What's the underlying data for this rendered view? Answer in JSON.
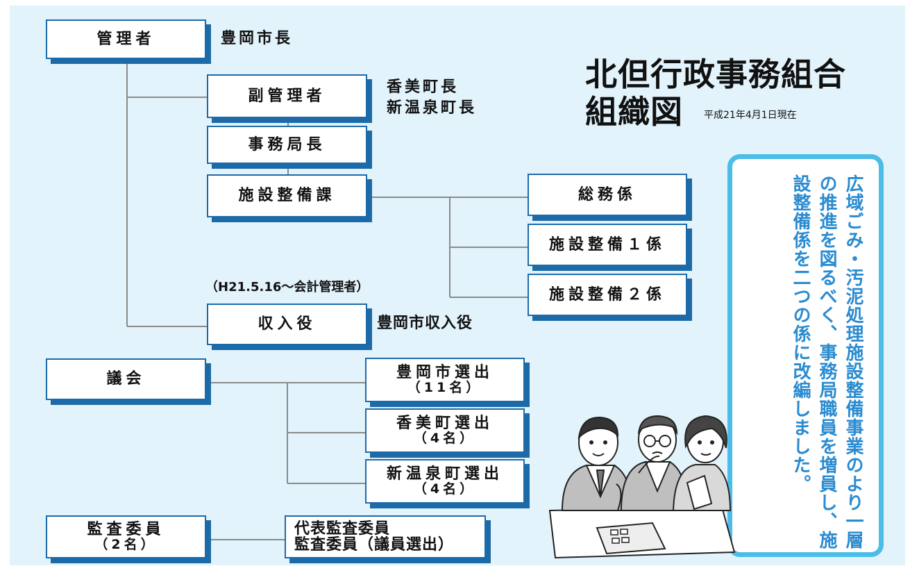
{
  "title": {
    "line1": "北但行政事務組合",
    "line2": "組織図",
    "date": "平成21年4月1日現在"
  },
  "boxes": {
    "kanrisha": "管理者",
    "fuku_kanrisha": "副管理者",
    "jimukyokucho": "事務局長",
    "shisetsu_seibi_ka": "施設整備課",
    "somu": "総務係",
    "seibi1": "施設整備１係",
    "seibi2": "施設整備２係",
    "shunyuyaku": "収入役",
    "gikai": "議会",
    "toyooka_senshutsu": {
      "name": "豊岡市選出",
      "count": "（11名）"
    },
    "kami_senshutsu": {
      "name": "香美町選出",
      "count": "（4名）"
    },
    "shinonsen_senshutsu": {
      "name": "新温泉町選出",
      "count": "（4名）"
    },
    "kansa_iin": {
      "name": "監査委員",
      "count": "（2名）"
    },
    "kansa_detail": {
      "line1": "代表監査委員",
      "line2": "監査委員（議員選出）"
    }
  },
  "labels": {
    "toyooka_shicho": "豊岡市長",
    "kami_chocho": "香美町長",
    "shinonsen_chocho": "新温泉町長",
    "kaikei_note": "（H21.5.16〜会計管理者）",
    "toyooka_shunyuyaku": "豊岡市収入役"
  },
  "note": "広域ごみ・汚泥処理施設整備事業のより一層の推進を図るべく、事務局職員を増員し、施設整備係を二つの係に改編しました。",
  "colors": {
    "background": "#e2f3fb",
    "box_border": "#1d6aa8",
    "note_border": "#4bbde8",
    "note_text": "#2a8bd0",
    "line": "#888888"
  }
}
